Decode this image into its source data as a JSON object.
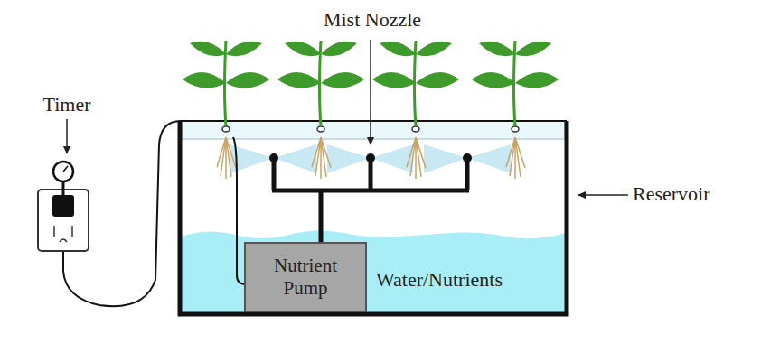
{
  "diagram": {
    "nodes": [
      {
        "text": [
          "Nutrient Pump"
        ]
      }
    ],
    "labels": [
      "Mist Nozzle",
      "Timer",
      "Reservoir",
      "Water/Nutrients"
    ]
  }
}
